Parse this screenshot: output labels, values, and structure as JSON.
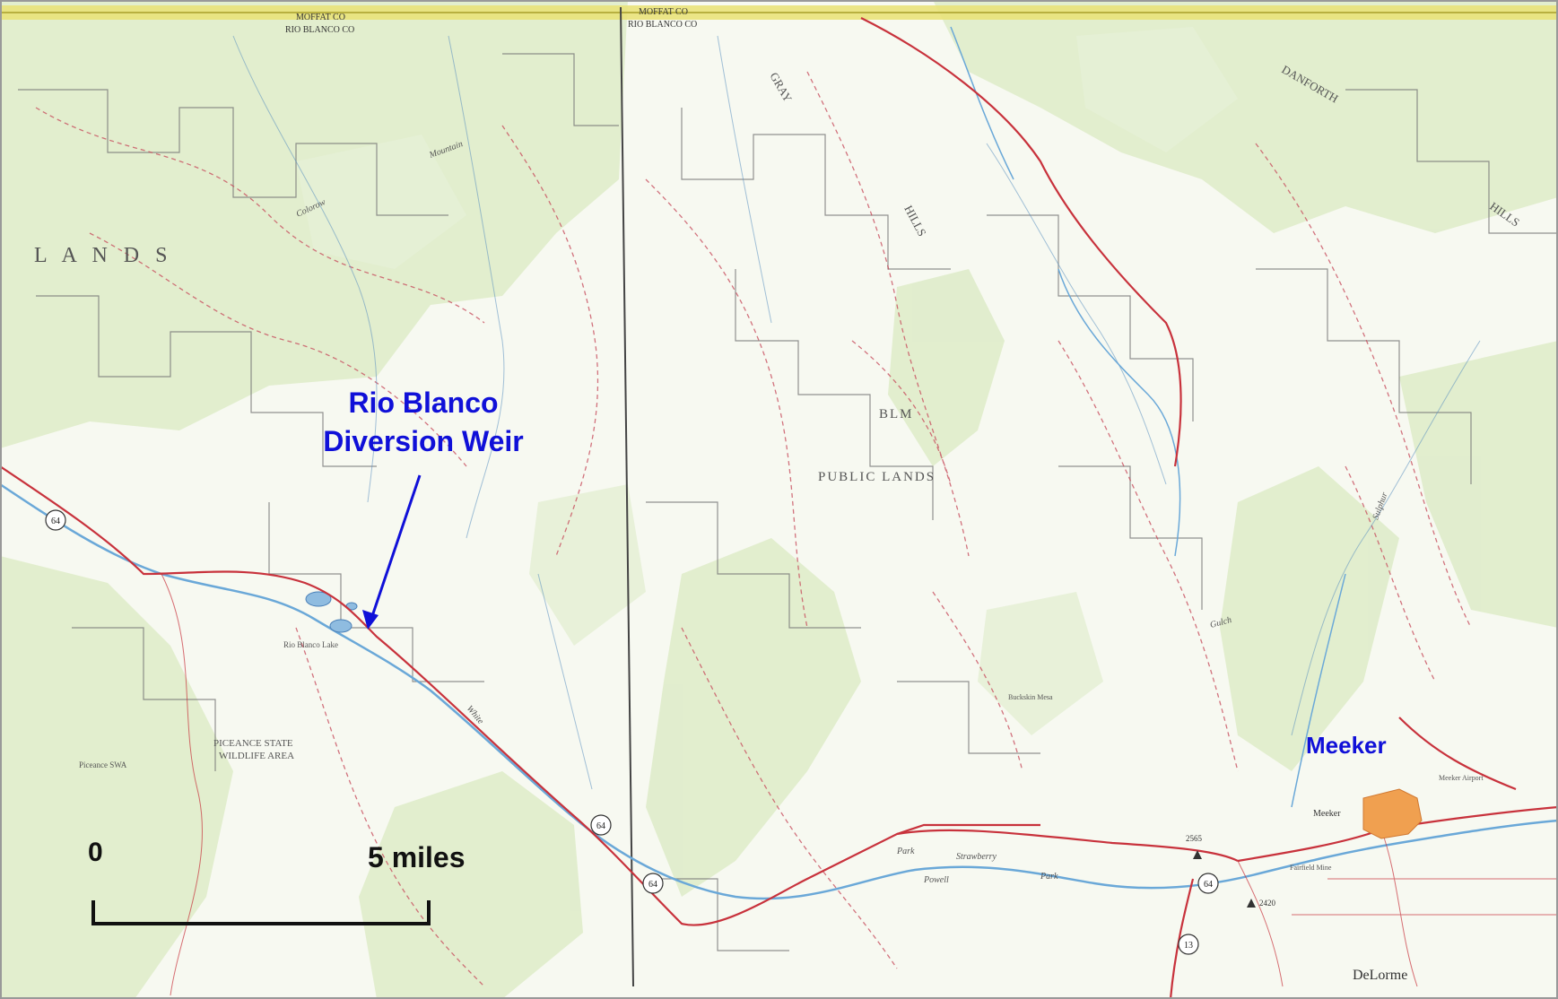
{
  "map": {
    "county_labels": {
      "west_top": "MOFFAT CO",
      "west_bottom": "RIO BLANCO CO",
      "east_top": "MOFFAT CO",
      "east_bottom": "RIO BLANCO CO"
    },
    "region_labels": {
      "lands": "L A N D S",
      "blm": "BLM",
      "public_lands": "PUBLIC LANDS",
      "piceance_state": "PICEANCE STATE",
      "wildlife_area": "WILDLIFE AREA",
      "gray_hills": "GRAY",
      "hills": "HILLS",
      "danforth": "DANFORTH",
      "danforth_hills": "HILLS"
    },
    "feature_labels": {
      "colorow": "Colorow",
      "mountain": "Mountain",
      "rio_blanco_lake": "Rio Blanco Lake",
      "piceance_sbfa": "Piceance SWA",
      "white_river": "White",
      "powell_park": "Powell",
      "park": "Park",
      "strawberry": "Strawberry",
      "little_hills": "Meeker Airport",
      "buckskin_mesa": "Buckskin Mesa",
      "sulphur": "Sulphur",
      "kiskamindi": "Gulch",
      "park_lake": "Park",
      "fairfield": "Fairfield Mine"
    },
    "routes": {
      "hwy_64_west": "64",
      "hwy_64_mid": "64",
      "hwy_64_south": "64",
      "hwy_64_east": "64",
      "hwy_13": "13"
    },
    "elevations": {
      "e1": "2565",
      "e2": "2420"
    },
    "callouts": {
      "weir_line1": "Rio Blanco",
      "weir_line2": "Diversion Weir",
      "meeker": "Meeker",
      "meeker_town": "Meeker"
    },
    "scale_bar": {
      "start_label": "0",
      "end_label": "5 miles"
    },
    "publisher": "DeLorme",
    "colors": {
      "callout_blue": "#1010d8",
      "road_red": "#c8323c",
      "river_blue": "#6aa8d8",
      "county_line_yellow": "#e8e070",
      "public_land_green": "#dcebc8",
      "town_orange": "#f0a050"
    }
  }
}
